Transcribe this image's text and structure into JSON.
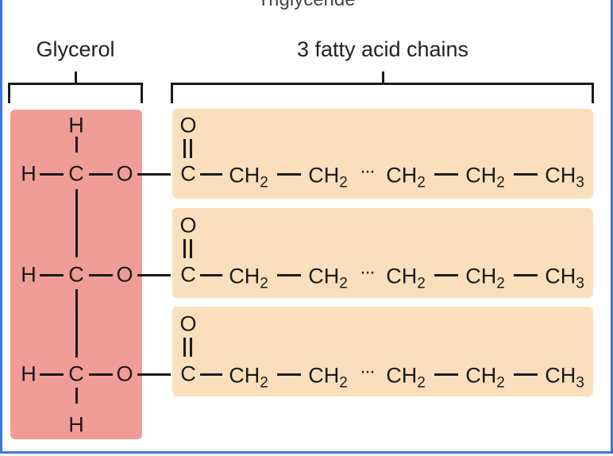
{
  "title": "Triglyceride",
  "labels": {
    "glycerol": "Glycerol",
    "fatty_acids": "3 fatty acid chains"
  },
  "glycerol": {
    "top_h": "H",
    "bottom_h": "H",
    "rows": [
      {
        "h": "H",
        "c": "C",
        "o": "O"
      },
      {
        "h": "H",
        "c": "C",
        "o": "O"
      },
      {
        "h": "H",
        "c": "C",
        "o": "O"
      }
    ]
  },
  "chain": {
    "carbonyl_o": "O",
    "carbonyl_c": "C",
    "ch2": "CH",
    "ch2_sub": "2",
    "ch3": "CH",
    "ch3_sub": "3",
    "ellipsis": "···"
  },
  "colors": {
    "glycerol_fill": "#f09d97",
    "fatty_acid_fill": "#fbdfbc",
    "frame_border": "#3b78d8"
  }
}
